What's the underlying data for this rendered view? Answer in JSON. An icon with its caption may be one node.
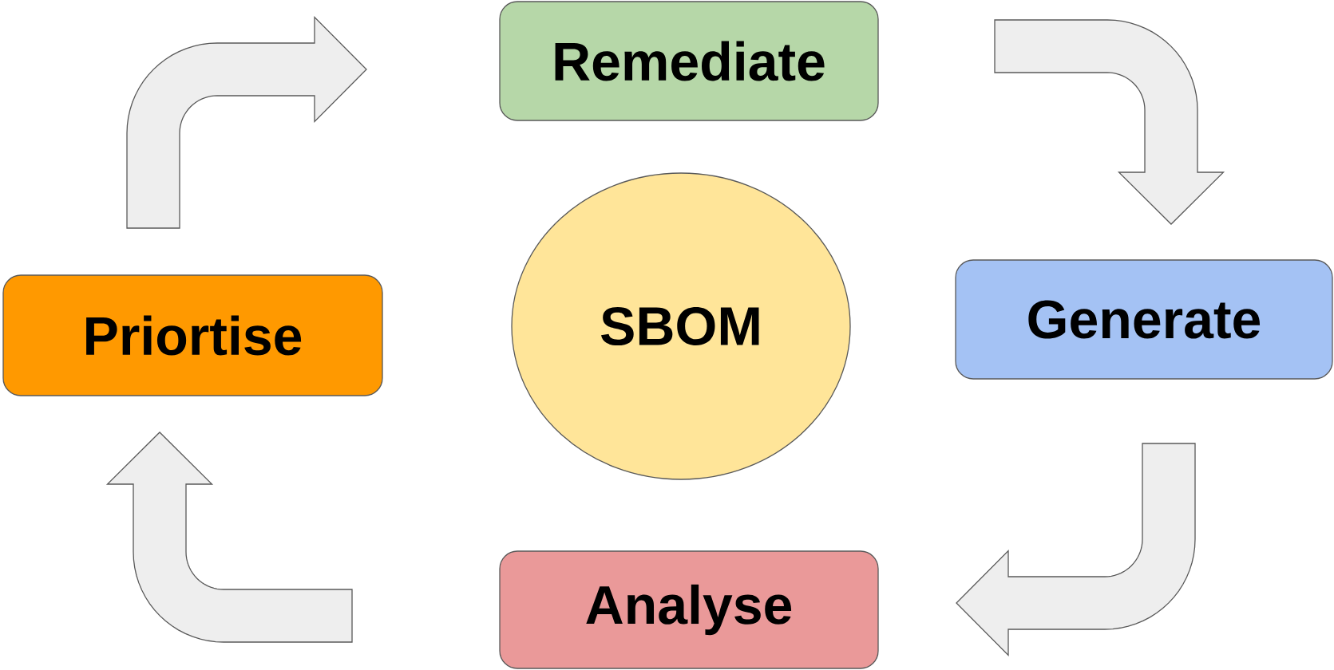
{
  "diagram": {
    "nodes": [
      {
        "text": [
          "Remediate"
        ]
      },
      {
        "text": [
          "Generate"
        ]
      },
      {
        "text": [
          "Analyse"
        ]
      },
      {
        "text": [
          "Priortise"
        ]
      },
      {
        "text": [
          "SBOM"
        ]
      }
    ],
    "edges": [
      {
        "from": 3,
        "to": 0,
        "arrow": "to"
      },
      {
        "from": 0,
        "to": 1,
        "arrow": "to"
      },
      {
        "from": 1,
        "to": 2,
        "arrow": "to"
      },
      {
        "from": 2,
        "to": 3,
        "arrow": "to"
      }
    ]
  }
}
